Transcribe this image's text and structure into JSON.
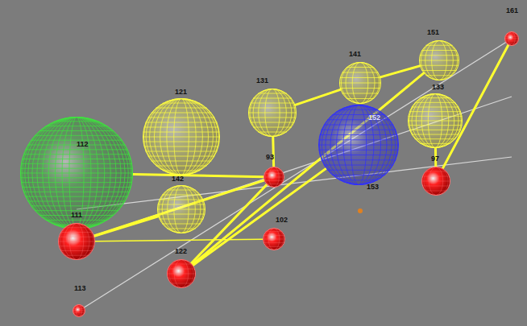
{
  "diagram": {
    "nodes": [
      {
        "text": [
          "161"
        ]
      },
      {
        "text": [
          "151"
        ]
      },
      {
        "text": [
          "141"
        ]
      },
      {
        "text": [
          "131"
        ]
      },
      {
        "text": [
          "121"
        ]
      },
      {
        "text": [
          "112"
        ]
      },
      {
        "text": [
          "152"
        ]
      },
      {
        "text": [
          "133"
        ]
      },
      {
        "text": [
          "93"
        ]
      },
      {
        "text": [
          "97"
        ]
      },
      {
        "text": [
          "142"
        ]
      },
      {
        "text": [
          "111"
        ]
      },
      {
        "text": [
          "102"
        ]
      },
      {
        "text": [
          "122"
        ]
      },
      {
        "text": [
          "113"
        ]
      }
    ],
    "edges": [
      {
        "from": 5,
        "to": 8,
        "arrow": "none"
      },
      {
        "from": 8,
        "to": 3,
        "arrow": "none"
      },
      {
        "from": 3,
        "to": 2,
        "arrow": "none"
      },
      {
        "from": 2,
        "to": 1,
        "arrow": "none"
      },
      {
        "from": 13,
        "to": 8,
        "arrow": "none"
      },
      {
        "from": 13,
        "to": 1,
        "arrow": "none"
      },
      {
        "from": 13,
        "to": 6,
        "arrow": "none"
      },
      {
        "from": 11,
        "to": 10,
        "arrow": "none"
      },
      {
        "from": 11,
        "to": 8,
        "arrow": "none"
      },
      {
        "from": 11,
        "to": 12,
        "arrow": "none"
      },
      {
        "from": 7,
        "to": 9,
        "arrow": "none"
      },
      {
        "from": 9,
        "to": 0,
        "arrow": "none"
      }
    ],
    "labels": [
      "153"
    ]
  }
}
